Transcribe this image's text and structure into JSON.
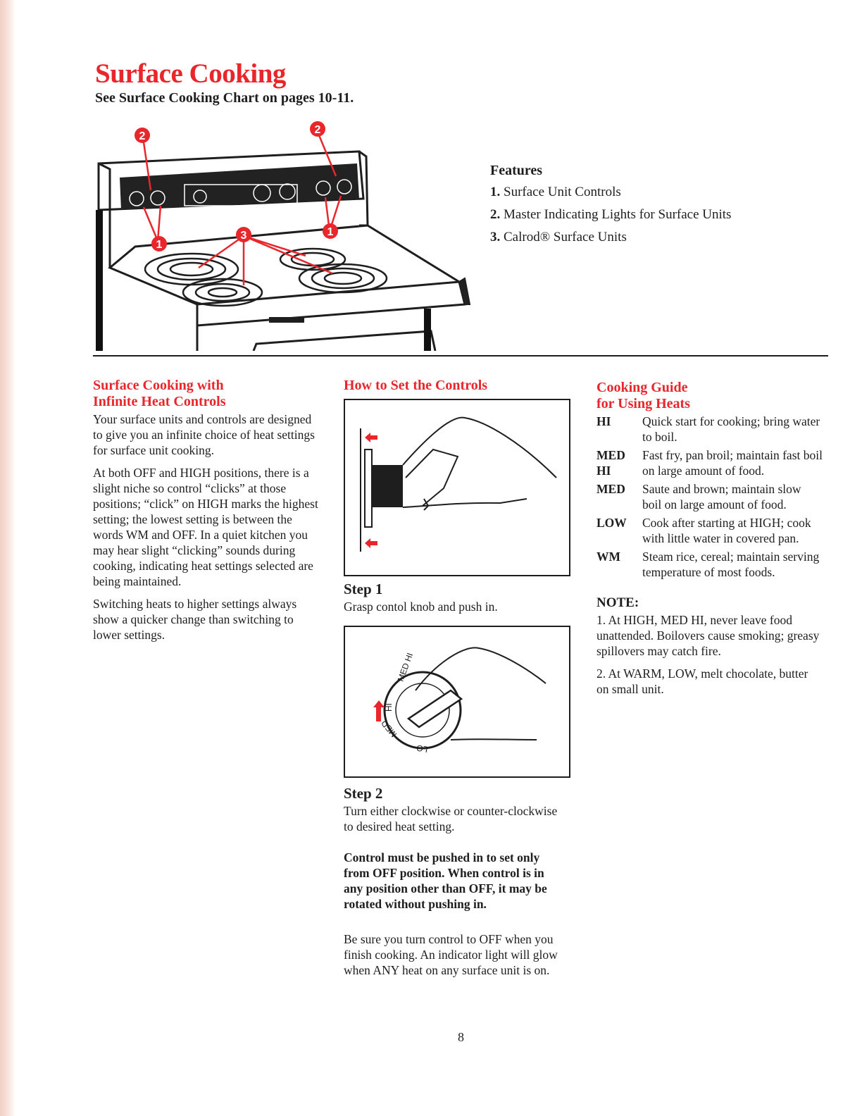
{
  "header": {
    "title": "Surface Cooking",
    "subtitle": "See Surface Cooking Chart on pages 10-11."
  },
  "illustration": {
    "callouts": [
      "1",
      "2",
      "3"
    ]
  },
  "features": {
    "heading": "Features",
    "items": [
      {
        "num": "1.",
        "label": "Surface Unit Controls"
      },
      {
        "num": "2.",
        "label": "Master Indicating Lights for Surface Units"
      },
      {
        "num": "3.",
        "label": "Calrod® Surface Units"
      }
    ]
  },
  "infinite_heat": {
    "heading_line1": "Surface Cooking with",
    "heading_line2": "Infinite Heat Controls",
    "paragraphs": [
      "Your surface units and controls are designed to give you an infinite choice of heat settings for surface unit cooking.",
      "At both OFF and HIGH positions, there is a slight niche so control “clicks” at those positions; “click” on HIGH marks the highest setting; the lowest setting is between the words WM and OFF. In a quiet kitchen you may hear slight “clicking” sounds during cooking, indicating heat settings selected are being maintained.",
      "Switching heats to higher settings always show a quicker change than switching to lower settings."
    ]
  },
  "set_controls": {
    "heading": "How to Set the Controls",
    "step1_title": "Step 1",
    "step1_text": "Grasp contol knob and push in.",
    "step2_title": "Step 2",
    "step2_text": "Turn either clockwise or counter-clockwise to desired heat setting.",
    "bold_note": "Control must be pushed in to set only from OFF position. When control is in any position other than OFF, it may be rotated without pushing in.",
    "final_note": "Be sure you turn control to OFF when you finish cooking. An indicator light will glow when ANY heat on any surface unit is on.",
    "dial_labels": [
      "HI",
      "MED HI",
      "MED",
      "LO"
    ]
  },
  "cooking_guide": {
    "heading_line1": "Cooking Guide",
    "heading_line2": "for Using Heats",
    "rows": [
      {
        "key": "HI",
        "text": "Quick start for cooking; bring water to boil."
      },
      {
        "key": "MED HI",
        "text": "Fast fry, pan broil; maintain fast boil on large amount of food."
      },
      {
        "key": "MED",
        "text": "Saute and brown; maintain slow boil on large amount of food."
      },
      {
        "key": "LOW",
        "text": "Cook after starting at HIGH; cook with little water in covered pan."
      },
      {
        "key": "WM",
        "text": "Steam rice, cereal; maintain serving temperature of most foods."
      }
    ],
    "note_heading": "NOTE:",
    "notes": [
      "1. At HIGH, MED HI, never leave food unattended. Boilovers cause smoking; greasy spillovers may catch fire.",
      "2. At WARM, LOW, melt chocolate, butter on small unit."
    ]
  },
  "page_number": "8",
  "colors": {
    "accent": "#e8262b",
    "text": "#1e1e1e"
  }
}
